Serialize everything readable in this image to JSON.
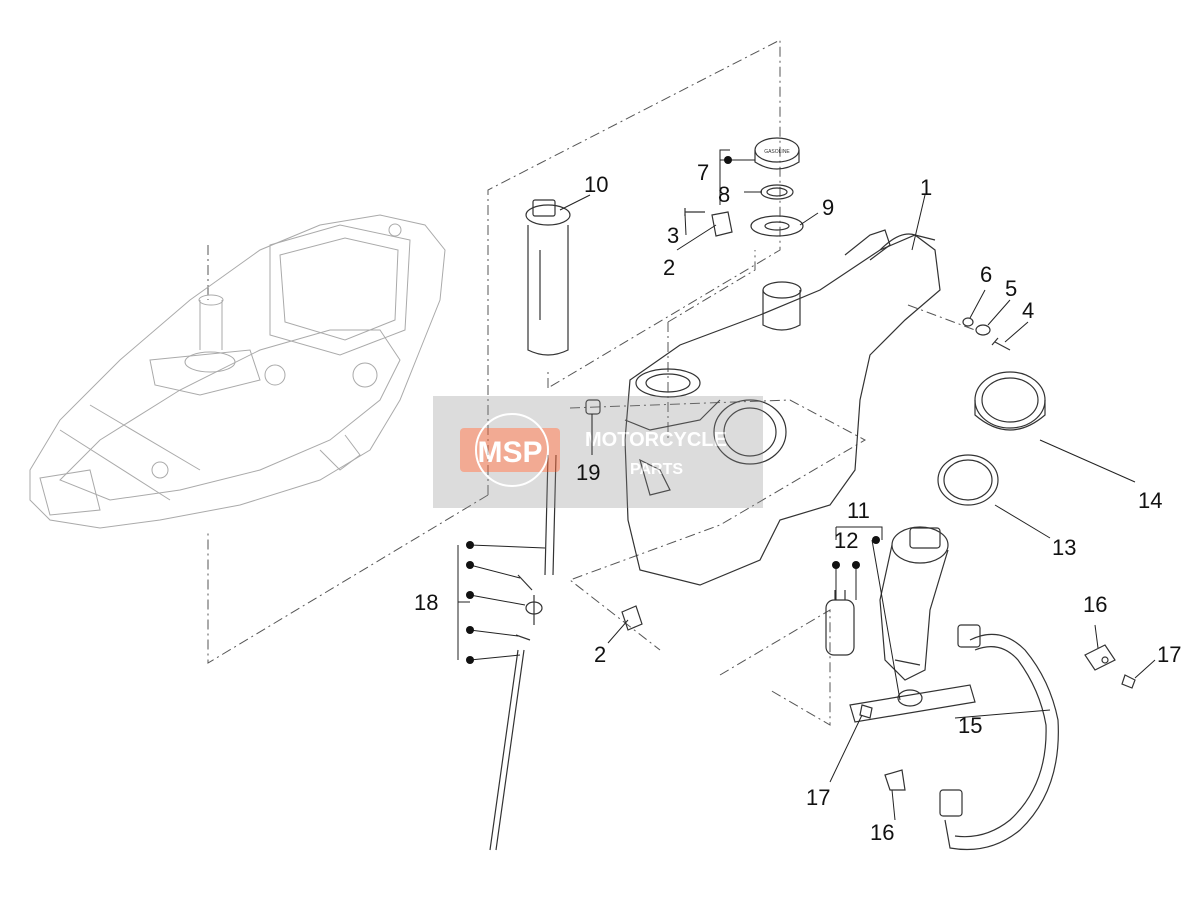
{
  "callouts": [
    {
      "id": "c1",
      "label": "1"
    },
    {
      "id": "c2a",
      "label": "2"
    },
    {
      "id": "c2b",
      "label": "2"
    },
    {
      "id": "c3",
      "label": "3"
    },
    {
      "id": "c4",
      "label": "4"
    },
    {
      "id": "c5",
      "label": "5"
    },
    {
      "id": "c6",
      "label": "6"
    },
    {
      "id": "c7",
      "label": "7"
    },
    {
      "id": "c8",
      "label": "8"
    },
    {
      "id": "c9",
      "label": "9"
    },
    {
      "id": "c10",
      "label": "10"
    },
    {
      "id": "c11",
      "label": "11"
    },
    {
      "id": "c12",
      "label": "12"
    },
    {
      "id": "c13",
      "label": "13"
    },
    {
      "id": "c14",
      "label": "14"
    },
    {
      "id": "c15",
      "label": "15"
    },
    {
      "id": "c16a",
      "label": "16"
    },
    {
      "id": "c16b",
      "label": "16"
    },
    {
      "id": "c17a",
      "label": "17"
    },
    {
      "id": "c17b",
      "label": "17"
    },
    {
      "id": "c18",
      "label": "18"
    },
    {
      "id": "c19",
      "label": "19"
    }
  ],
  "watermark": {
    "logo": "MSP",
    "line1": "MOTORCYCLE",
    "line2": "PARTS",
    "color": "#e8663c"
  },
  "cap_text": "GASOLINE"
}
